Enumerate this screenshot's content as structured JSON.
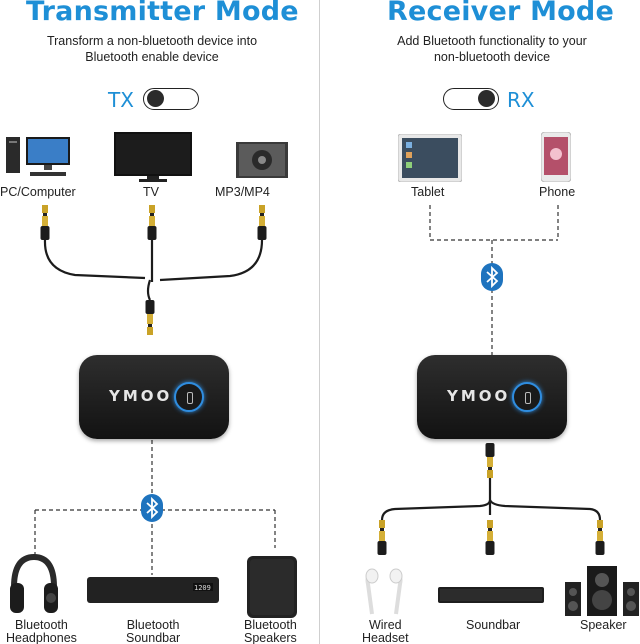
{
  "left": {
    "title": "Transmitter Mode",
    "subtitle_line1": "Transform a non-bluetooth device into",
    "subtitle_line2": "Bluetooth enable device",
    "mode_label": "TX",
    "sources": [
      "PC/Computer",
      "TV",
      "MP3/MP4"
    ],
    "outputs": [
      {
        "line1": "Bluetooth",
        "line2": "Headphones"
      },
      {
        "line1": "Bluetooth",
        "line2": "Soundbar"
      },
      {
        "line1": "Bluetooth",
        "line2": "Speakers"
      }
    ],
    "device_logo": "YMOO"
  },
  "right": {
    "title": "Receiver Mode",
    "subtitle_line1": "Add Bluetooth functionality to your",
    "subtitle_line2": "non-bluetooth device",
    "mode_label": "RX",
    "sources": [
      "Tablet",
      "Phone"
    ],
    "outputs": [
      {
        "line1": "Wired",
        "line2": "Headset"
      },
      {
        "line1": "Soundbar",
        "line2": ""
      },
      {
        "line1": "Speaker",
        "line2": ""
      }
    ],
    "device_logo": "YMOO"
  },
  "colors": {
    "accent": "#1e8fd6",
    "device": "#1a1a1a",
    "bluetooth": "#1e73be"
  },
  "icons": [
    "pc-icon",
    "tv-icon",
    "mp3-player-icon",
    "tablet-icon",
    "phone-icon",
    "bluetooth-icon",
    "headphones-icon",
    "soundbar-icon",
    "speaker-icon",
    "earphones-icon"
  ]
}
